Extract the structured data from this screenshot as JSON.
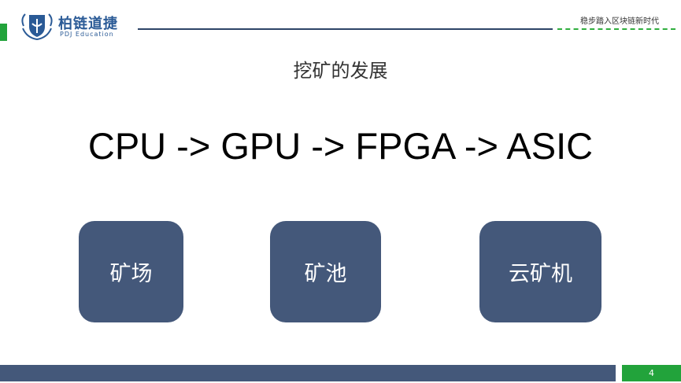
{
  "header": {
    "logo_title": "柏链道捷",
    "logo_subtitle": "PDJ Education",
    "slogan": "稳步踏入区块链新时代",
    "accent_color": "#22a33b",
    "brand_color": "#2a5a96"
  },
  "slide": {
    "title": "挖矿的发展",
    "flow": "CPU -> GPU -> FPGA -> ASIC",
    "cards": [
      {
        "label": "矿场"
      },
      {
        "label": "矿池"
      },
      {
        "label": "云矿机"
      }
    ],
    "card_color": "#44587a"
  },
  "footer": {
    "page_number": "4"
  }
}
